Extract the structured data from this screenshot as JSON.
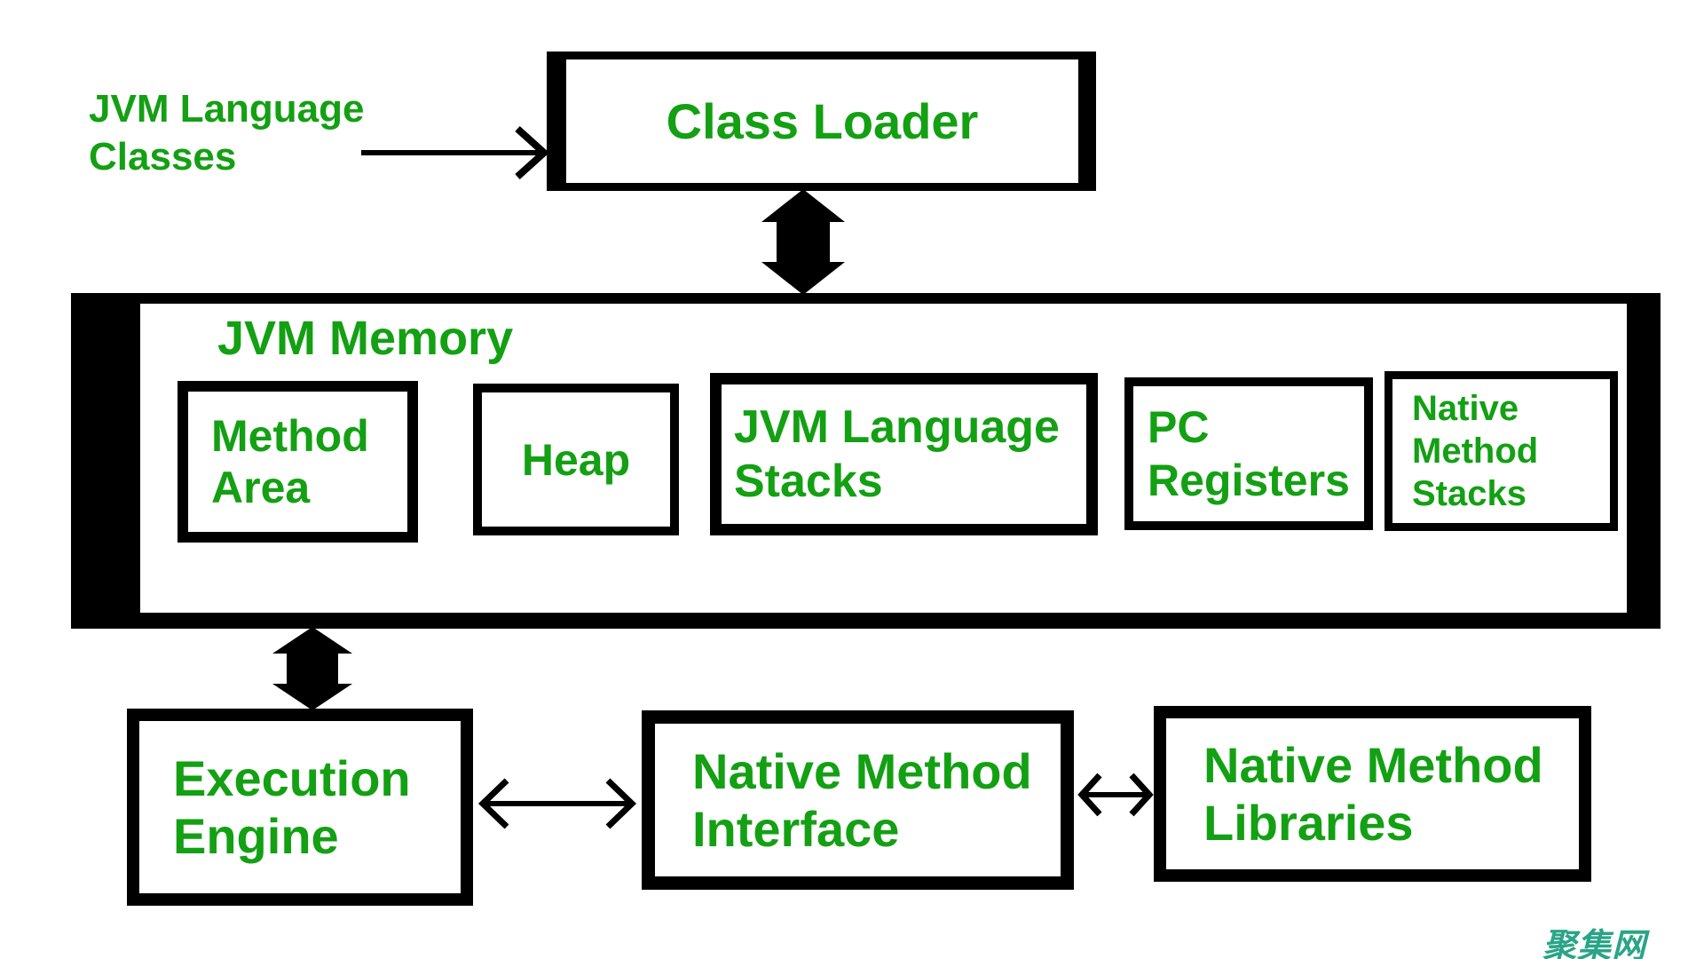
{
  "diagram": {
    "source_label": {
      "line1": "JVM Language",
      "line2": "Classes"
    },
    "class_loader": {
      "label": "Class Loader"
    },
    "jvm_memory": {
      "title": "JVM Memory",
      "method_area": {
        "line1": "Method",
        "line2": "Area"
      },
      "heap": {
        "label": "Heap"
      },
      "jvm_language_stacks": {
        "line1": "JVM Language",
        "line2": "Stacks"
      },
      "pc_registers": {
        "line1": "PC",
        "line2": "Registers"
      },
      "native_method_stacks": {
        "line1": "Native",
        "line2": "Method",
        "line3": "Stacks"
      }
    },
    "execution_engine": {
      "line1": "Execution",
      "line2": "Engine"
    },
    "native_method_interface": {
      "line1": "Native Method",
      "line2": "Interface"
    },
    "native_method_libraries": {
      "line1": "Native Method",
      "line2": "Libraries"
    },
    "watermark": "聚集网"
  },
  "colors": {
    "label_green": "#13a013",
    "line_black": "#000000",
    "watermark_teal": "#2aa487",
    "background": "#ffffff"
  }
}
